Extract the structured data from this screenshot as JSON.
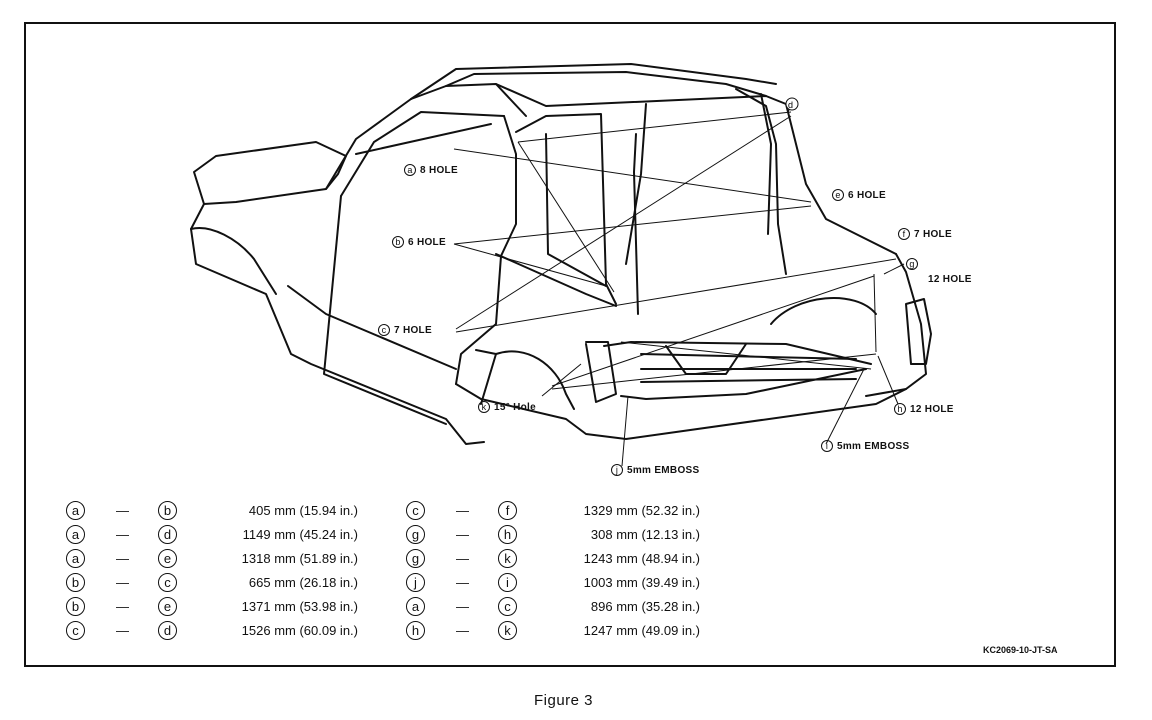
{
  "labels": {
    "a": {
      "id": "a",
      "text": "8 HOLE"
    },
    "b": {
      "id": "b",
      "text": "6 HOLE"
    },
    "c": {
      "id": "c",
      "text": "7 HOLE"
    },
    "d": {
      "id": "d",
      "text": ""
    },
    "e": {
      "id": "e",
      "text": "6 HOLE"
    },
    "f": {
      "id": "f",
      "text": "7 HOLE"
    },
    "g": {
      "id": "g",
      "text": "12 HOLE"
    },
    "h": {
      "id": "h",
      "text": "12 HOLE"
    },
    "i": {
      "id": "i",
      "text": "5mm EMBOSS"
    },
    "j": {
      "id": "j",
      "text": "5mm EMBOSS"
    },
    "k": {
      "id": "k",
      "text": "15° Hole"
    }
  },
  "dimensions_left": [
    {
      "from": "a",
      "to": "b",
      "value": "405 mm (15.94 in.)"
    },
    {
      "from": "a",
      "to": "d",
      "value": "1149 mm (45.24 in.)"
    },
    {
      "from": "a",
      "to": "e",
      "value": "1318 mm (51.89 in.)"
    },
    {
      "from": "b",
      "to": "c",
      "value": "665 mm (26.18 in.)"
    },
    {
      "from": "b",
      "to": "e",
      "value": "1371 mm (53.98 in.)"
    },
    {
      "from": "c",
      "to": "d",
      "value": "1526 mm (60.09 in.)"
    }
  ],
  "dimensions_right": [
    {
      "from": "c",
      "to": "f",
      "value": "1329 mm (52.32 in.)"
    },
    {
      "from": "g",
      "to": "h",
      "value": "308 mm (12.13 in.)"
    },
    {
      "from": "g",
      "to": "k",
      "value": "1243 mm (48.94 in.)"
    },
    {
      "from": "j",
      "to": "i",
      "value": "1003 mm (39.49 in.)"
    },
    {
      "from": "a",
      "to": "c",
      "value": "896 mm (35.28 in.)"
    },
    {
      "from": "h",
      "to": "k",
      "value": "1247 mm (49.09 in.)"
    }
  ],
  "dash": "—",
  "reference_code": "KC2069-10-JT-SA",
  "caption": "Figure 3"
}
